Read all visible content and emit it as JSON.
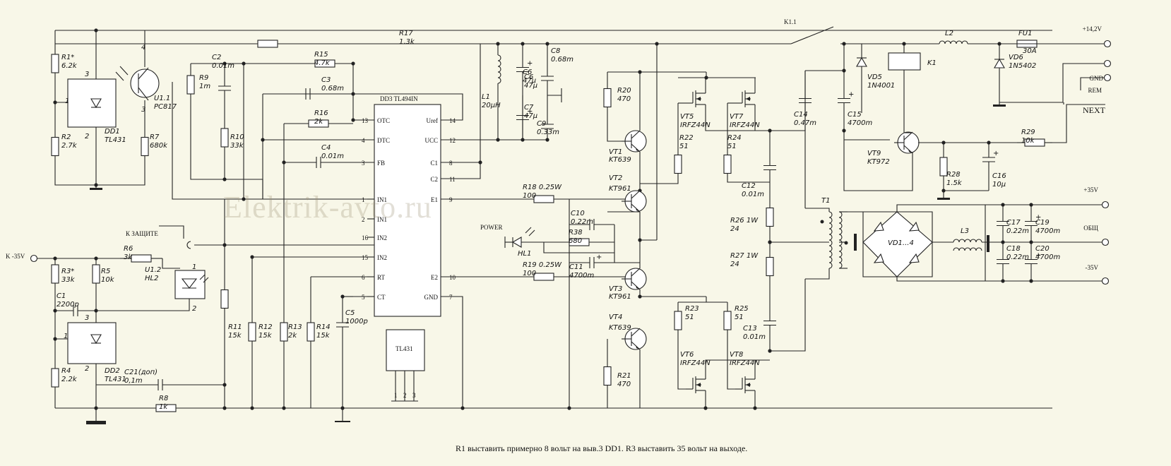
{
  "watermark": "Elektrik-avto.ru",
  "note": "R1 выставить примерно 8 вольт на выв.3 DD1.  R3 выставить 35 вольт на выходе.",
  "terminals": [
    "+14,2V",
    "GND",
    "REM",
    "NEXT",
    "+35V",
    "ОБЩ",
    "-35V",
    "K -35V",
    "К ЗАЩИТЕ",
    "POWER"
  ],
  "ic": {
    "name": "DD3 TL494IN",
    "left": [
      [
        "1",
        "IN1"
      ],
      [
        "2",
        "IN1"
      ],
      [
        "16",
        "IN2"
      ],
      [
        "15",
        "IN2"
      ],
      [
        "6",
        "RT"
      ],
      [
        "5",
        "CT"
      ]
    ],
    "left_top": [
      [
        "13",
        "OTC"
      ],
      [
        "4",
        "DTC"
      ],
      [
        "3",
        "FB"
      ]
    ],
    "right": [
      [
        "14",
        "Uref"
      ],
      [
        "12",
        "UCC"
      ],
      [
        "8",
        "C1"
      ],
      [
        "11",
        "C2"
      ],
      [
        "9",
        "E1"
      ],
      [
        "10",
        "E2"
      ],
      [
        "7",
        "GND"
      ]
    ],
    "pkg": "TL431"
  },
  "components": [
    {
      "id": "r1",
      "a": "R1*",
      "b": "6.2k"
    },
    {
      "id": "r2",
      "a": "R2",
      "b": "2.7k"
    },
    {
      "id": "dd1",
      "a": "DD1",
      "b": "TL431"
    },
    {
      "id": "u11",
      "a": "U1.1",
      "b": "PC817"
    },
    {
      "id": "r7",
      "a": "R7",
      "b": "680k"
    },
    {
      "id": "r9",
      "a": "R9",
      "b": "1m"
    },
    {
      "id": "c2",
      "a": "C2",
      "b": "0.01m"
    },
    {
      "id": "r10",
      "a": "R10",
      "b": "33k"
    },
    {
      "id": "r15",
      "a": "R15",
      "b": "4.7k"
    },
    {
      "id": "c3",
      "a": "C3",
      "b": "0.68m"
    },
    {
      "id": "r16",
      "a": "R16",
      "b": "2k"
    },
    {
      "id": "c4",
      "a": "C4",
      "b": "0.01m"
    },
    {
      "id": "r17",
      "a": "R17",
      "b": "1.3k"
    },
    {
      "id": "l1",
      "a": "L1",
      "b": "20μH"
    },
    {
      "id": "c6",
      "a": "C6",
      "b": "47μ"
    },
    {
      "id": "c7",
      "a": "C7",
      "b": "47μ"
    },
    {
      "id": "c8",
      "a": "C8",
      "b": "0.68m"
    },
    {
      "id": "c9",
      "a": "C9",
      "b": "0.33m"
    },
    {
      "id": "r20",
      "a": "R20",
      "b": "470"
    },
    {
      "id": "vt1",
      "a": "VT1",
      "b": "KT639"
    },
    {
      "id": "vt2",
      "a": "VT2",
      "b": "KT961"
    },
    {
      "id": "vt3",
      "a": "VT3",
      "b": "KT961"
    },
    {
      "id": "vt4",
      "a": "VT4",
      "b": "KT639"
    },
    {
      "id": "r21",
      "a": "R21",
      "b": "470"
    },
    {
      "id": "r18",
      "a": "R18 0.25W",
      "b": "100"
    },
    {
      "id": "r19",
      "a": "R19 0.25W",
      "b": "100"
    },
    {
      "id": "c10",
      "a": "C10",
      "b": "0.22m"
    },
    {
      "id": "c11",
      "a": "C11",
      "b": "4700m"
    },
    {
      "id": "r38",
      "a": "R38",
      "b": "680"
    },
    {
      "id": "hl1",
      "a": "HL1",
      "b": ""
    },
    {
      "id": "vt5",
      "a": "VT5",
      "b": "IRFZ44N"
    },
    {
      "id": "vt7",
      "a": "VT7",
      "b": "IRFZ44N"
    },
    {
      "id": "vt6",
      "a": "VT6",
      "b": "IRFZ44N"
    },
    {
      "id": "vt8",
      "a": "VT8",
      "b": "IRFZ44N"
    },
    {
      "id": "r22",
      "a": "R22",
      "b": "51"
    },
    {
      "id": "r24",
      "a": "R24",
      "b": "51"
    },
    {
      "id": "r23",
      "a": "R23",
      "b": "51"
    },
    {
      "id": "r25",
      "a": "R25",
      "b": "51"
    },
    {
      "id": "c12",
      "a": "C12",
      "b": "0.01m"
    },
    {
      "id": "c13",
      "a": "C13",
      "b": "0.01m"
    },
    {
      "id": "r26",
      "a": "R26 1W",
      "b": "24"
    },
    {
      "id": "r27",
      "a": "R27 1W",
      "b": "24"
    },
    {
      "id": "k11",
      "a": "K1.1",
      "b": ""
    },
    {
      "id": "l2",
      "a": "L2",
      "b": ""
    },
    {
      "id": "fu1",
      "a": "FU1",
      "b": "30A"
    },
    {
      "id": "vd5",
      "a": "VD5",
      "b": "1N4001"
    },
    {
      "id": "vd6",
      "a": "VD6",
      "b": "1N5402"
    },
    {
      "id": "k1",
      "a": "K1",
      "b": ""
    },
    {
      "id": "c14",
      "a": "C14",
      "b": "0.47m"
    },
    {
      "id": "c15",
      "a": "C15",
      "b": "4700m"
    },
    {
      "id": "vt9",
      "a": "VT9",
      "b": "KT972"
    },
    {
      "id": "r28",
      "a": "R28",
      "b": "1.5k"
    },
    {
      "id": "c16",
      "a": "C16",
      "b": "10μ"
    },
    {
      "id": "r29",
      "a": "R29",
      "b": "10k"
    },
    {
      "id": "t1",
      "a": "T1",
      "b": ""
    },
    {
      "id": "vd14",
      "a": "VD1...4",
      "b": ""
    },
    {
      "id": "l3",
      "a": "L3",
      "b": ""
    },
    {
      "id": "c17",
      "a": "C17",
      "b": "0.22m"
    },
    {
      "id": "c18",
      "a": "C18",
      "b": "0.22m"
    },
    {
      "id": "c19",
      "a": "C19",
      "b": "4700m"
    },
    {
      "id": "c20",
      "a": "C20",
      "b": "4700m"
    },
    {
      "id": "r3",
      "a": "R3*",
      "b": "33k"
    },
    {
      "id": "r5",
      "a": "R5",
      "b": "10k"
    },
    {
      "id": "c1",
      "a": "C1",
      "b": "2200p"
    },
    {
      "id": "r6",
      "a": "R6",
      "b": "3k"
    },
    {
      "id": "u12",
      "a": "U1.2",
      "b": "HL2"
    },
    {
      "id": "dd2",
      "a": "DD2",
      "b": "TL431"
    },
    {
      "id": "r4",
      "a": "R4",
      "b": "2.2k"
    },
    {
      "id": "c21",
      "a": "C21(доп)",
      "b": "0,1m"
    },
    {
      "id": "r8",
      "a": "R8",
      "b": "1k"
    },
    {
      "id": "r11",
      "a": "R11",
      "b": "15k"
    },
    {
      "id": "r12",
      "a": "R12",
      "b": "15k"
    },
    {
      "id": "r13",
      "a": "R13",
      "b": "2k"
    },
    {
      "id": "r14",
      "a": "R14",
      "b": "15k"
    },
    {
      "id": "c5",
      "a": "C5",
      "b": "1000p"
    }
  ]
}
